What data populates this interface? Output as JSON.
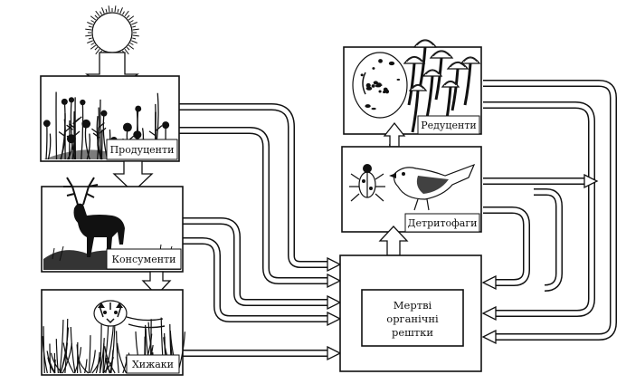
{
  "nodes": {
    "producers": {
      "label": "Продуценти"
    },
    "consumers": {
      "label": "Консументи"
    },
    "predators": {
      "label": "Хижаки"
    },
    "decomposers": {
      "label": "Редуценти"
    },
    "detritivores": {
      "label": "Детритофаги"
    },
    "dead_matter": {
      "lines": [
        "Мертві",
        "органічні",
        "рештки"
      ]
    }
  },
  "icons": {
    "sun": "sun-icon",
    "producers": "plants-icon",
    "consumers": "deer-icon",
    "predators": "tiger-icon",
    "decomposers": "mushrooms-icon",
    "detritivores": "bird-and-beetle-icon"
  },
  "colors": {
    "ink": "#111111",
    "paper": "#ffffff"
  }
}
